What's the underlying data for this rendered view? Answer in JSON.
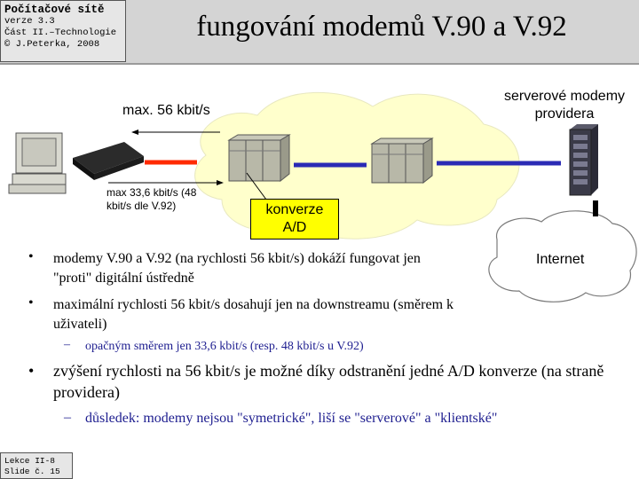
{
  "header": {
    "course_title": "Počítačové sítě",
    "version": "verze 3.3",
    "part": "Část II.–Technologie",
    "author": "© J.Peterka, 2008",
    "slide_title": "fungování modemů V.90 a V.92"
  },
  "diagram": {
    "downstream_label": "max. 56 kbit/s",
    "upstream_label": "max 33,6 kbit/s (48 kbit/s dle V.92)",
    "server_label": "serverové modemy providera",
    "conversion_label": "konverze A/D",
    "internet_label": "Internet"
  },
  "bullets": [
    "modemy V.90 a V.92 (na rychlosti 56 kbit/s) dokáží fungovat jen \"proti\" digitální ústředně",
    "maximální rychlosti 56 kbit/s dosahují jen na downstreamu (směrem k uživateli)",
    "opačným směrem jen 33,6 kbit/s (resp. 48 kbit/s u V.92)",
    "zvýšení rychlosti na 56 kbit/s je možné díky odstranění jedné A/D konverze (na straně providera)",
    "důsledek: modemy nejsou \"symetrické\", liší se \"serverové\" a \"klientské\""
  ],
  "footer": {
    "lesson": "Lekce II-8",
    "slide": "Slide č. 15"
  },
  "colors": {
    "cloud": "#ffffcc",
    "analog_line": "#ff2a00",
    "digital_line": "#2b2bb5",
    "conversion_box": "#ffff00",
    "sub_bullet": "#1d1d8f"
  }
}
